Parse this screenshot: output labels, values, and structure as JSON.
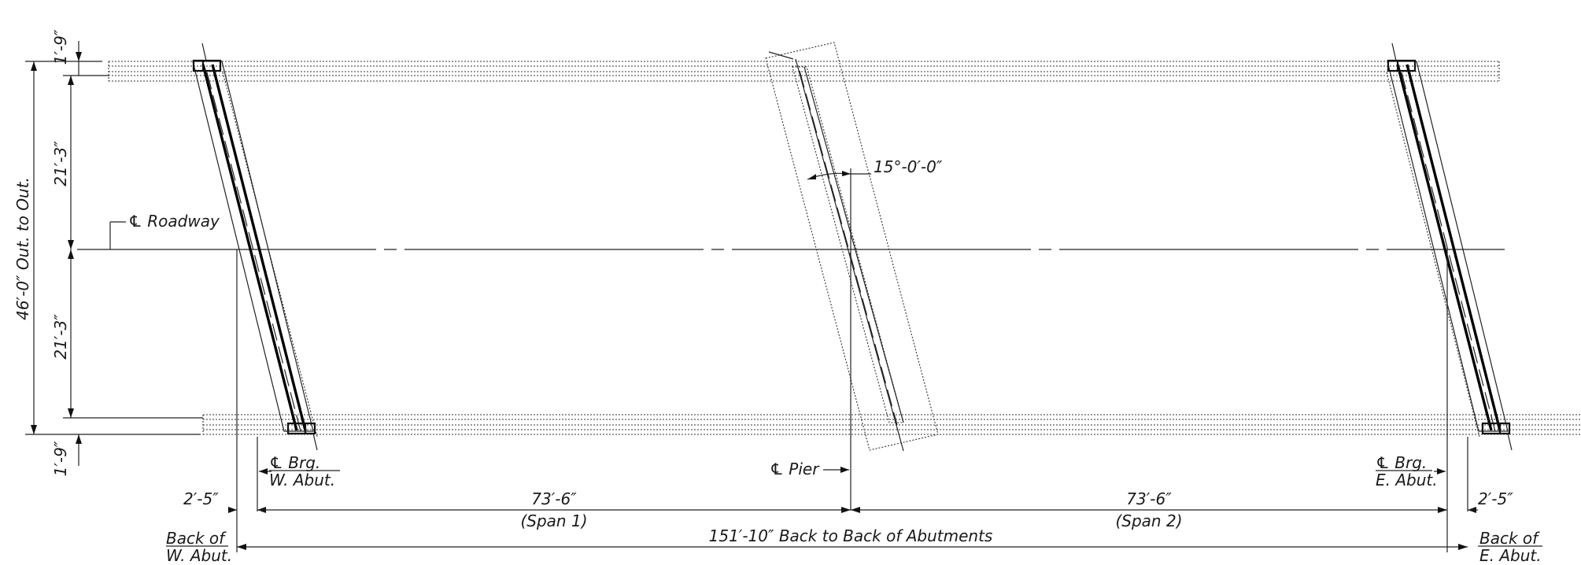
{
  "drawing": {
    "dims": {
      "top_overhang": "1′-9″",
      "bottom_overhang": "1′-9″",
      "half_width_top": "21′-3″",
      "half_width_bottom": "21′-3″",
      "out_to_out": "46′-0″ Out. to Out.",
      "skew_angle": "15°-0′-0″",
      "span1_length": "73′-6″",
      "span1_name": "(Span 1)",
      "span2_length": "73′-6″",
      "span2_name": "(Span 2)",
      "west_offset": "2′-5″",
      "east_offset": "2′-5″",
      "overall": "151′-10″ Back to Back of Abutments"
    },
    "labels": {
      "roadway_cl": "℄ Roadway",
      "pier_cl": "℄ Pier",
      "w_brg_line1": "℄ Brg.",
      "w_brg_line2": "W. Abut.",
      "e_brg_line1": "℄ Brg.",
      "e_brg_line2": "E. Abut.",
      "w_back_line1": "Back of",
      "w_back_line2": "W. Abut.",
      "e_back_line1": "Back of",
      "e_back_line2": "E. Abut."
    }
  }
}
